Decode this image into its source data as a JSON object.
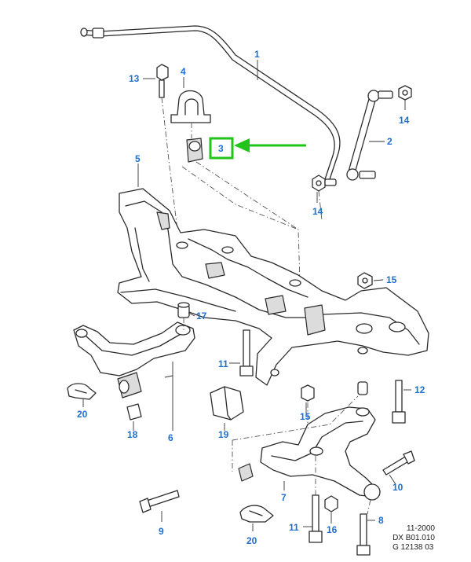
{
  "colors": {
    "callout": "#1f6fd1",
    "highlight": "#22c41a",
    "line": "#2a2a2a"
  },
  "callouts": {
    "c1": "1",
    "c2": "2",
    "c3": "3",
    "c4": "4",
    "c5": "5",
    "c6": "6",
    "c7": "7",
    "c8": "8",
    "c9": "9",
    "c10": "10",
    "c11a": "11",
    "c11b": "11",
    "c12": "12",
    "c13": "13",
    "c14a": "14",
    "c14b": "14",
    "c15a": "15",
    "c15b": "15",
    "c16": "16",
    "c17": "17",
    "c18": "18",
    "c19": "19",
    "c20a": "20",
    "c20b": "20"
  },
  "doc_ref": {
    "date": "11-2000",
    "code": "DX B01.010",
    "number": "G 12138 03"
  }
}
